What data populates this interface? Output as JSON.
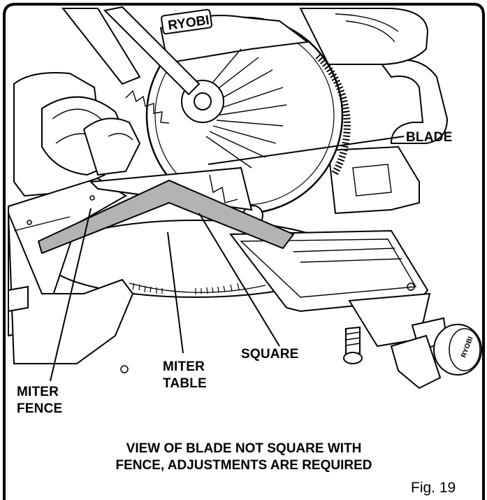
{
  "brand": {
    "logo_text": "RYOBI"
  },
  "labels": {
    "blade": "BLADE",
    "square": "SQUARE",
    "miter_table": [
      "MITER",
      "TABLE"
    ],
    "miter_fence": [
      "MITER",
      "FENCE"
    ]
  },
  "caption": {
    "line1": "VIEW OF BLADE NOT SQUARE WITH",
    "line2": "FENCE, ADJUSTMENTS ARE REQUIRED"
  },
  "figure_number": "Fig. 19",
  "colors": {
    "square_fill": "#b3b3b3",
    "line": "#000000",
    "background": "#ffffff"
  }
}
